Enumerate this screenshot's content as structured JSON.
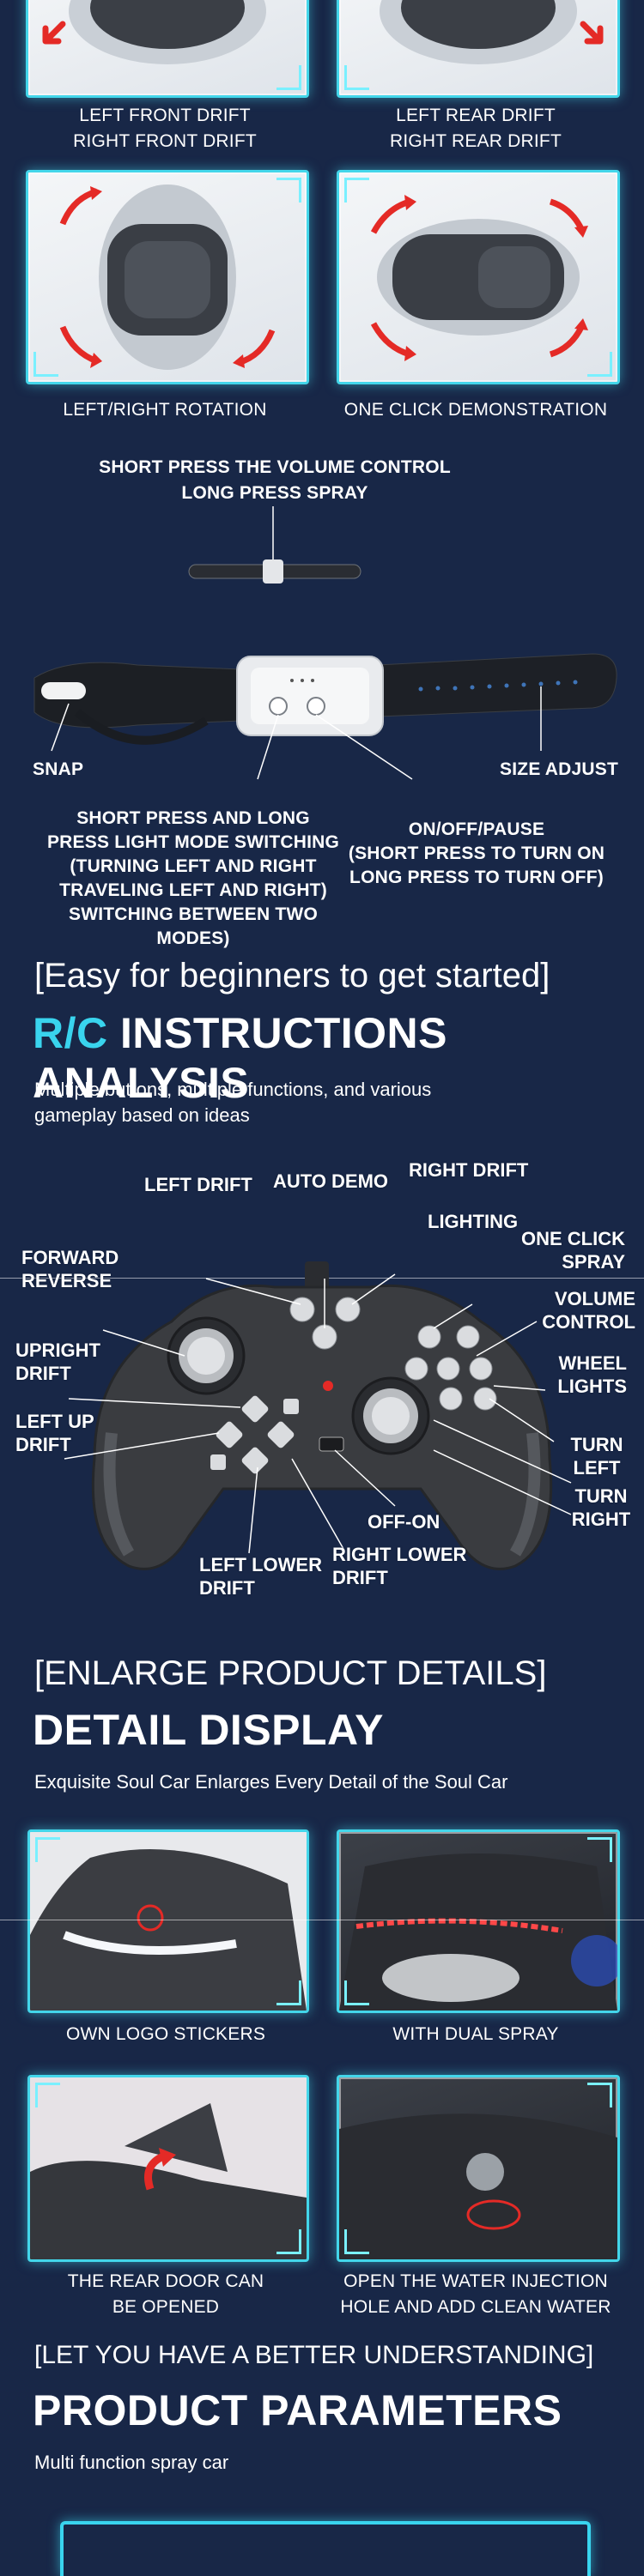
{
  "drift_row": {
    "left_caption": "LEFT FRONT DRIFT\nRIGHT FRONT DRIFT",
    "right_caption": "LEFT REAR DRIFT\nRIGHT REAR DRIFT"
  },
  "rotation_row": {
    "left_caption": "LEFT/RIGHT ROTATION",
    "right_caption": "ONE CLICK DEMONSTRATION"
  },
  "wrist_remote": {
    "top_label": "SHORT PRESS THE VOLUME CONTROL\nLONG PRESS SPRAY",
    "snap_label": "SNAP",
    "size_label": "SIZE ADJUST",
    "light_label": "SHORT PRESS AND LONG\nPRESS LIGHT MODE SWITCHING\n(TURNING LEFT AND RIGHT\nTRAVELING LEFT AND RIGHT)\nSWITCHING BETWEEN TWO MODES)",
    "power_label": "ON/OFF/PAUSE\n(SHORT PRESS TO TURN ON\nLONG PRESS TO TURN OFF)"
  },
  "instructions": {
    "tag": "[Easy for beginners to get started]",
    "title_highlight": "R/C",
    "title_rest": " INSTRUCTIONS ANALYSIS",
    "subtitle": "Multiple buttons, multiple functions, and various\ngameplay based on ideas"
  },
  "controller_labels": {
    "left_drift": "LEFT DRIFT",
    "auto_demo": "AUTO DEMO",
    "right_drift": "RIGHT DRIFT",
    "lighting": "LIGHTING",
    "one_click_spray": "ONE CLICK\nSPRAY",
    "forward_reverse": "FORWARD\nREVERSE",
    "volume_control": "VOLUME\nCONTROL",
    "upright_drift": "UPRIGHT\nDRIFT",
    "wheel_lights": "WHEEL\nLIGHTS",
    "left_up_drift": "LEFT UP\nDRIFT",
    "turn_left": "TURN\nLEFT",
    "turn_right": "TURN\nRIGHT",
    "off_on": "OFF-ON",
    "left_lower_drift": "LEFT LOWER\nDRIFT",
    "right_lower_drift": "RIGHT LOWER\nDRIFT"
  },
  "details": {
    "tag": "[ENLARGE PRODUCT DETAILS]",
    "title": "DETAIL DISPLAY",
    "subtitle": "Exquisite Soul Car Enlarges Every Detail of the Soul Car",
    "captions": [
      "OWN LOGO STICKERS",
      "WITH DUAL SPRAY",
      "THE REAR DOOR CAN\nBE OPENED",
      "OPEN THE WATER INJECTION\nHOLE AND ADD CLEAN WATER"
    ]
  },
  "parameters": {
    "tag": "[LET YOU HAVE A BETTER UNDERSTANDING]",
    "title": "PRODUCT PARAMETERS",
    "subtitle": "Multi function spray car"
  },
  "colors": {
    "background": "#182747",
    "accent": "#39d4ee",
    "arrow": "#e42a26"
  }
}
